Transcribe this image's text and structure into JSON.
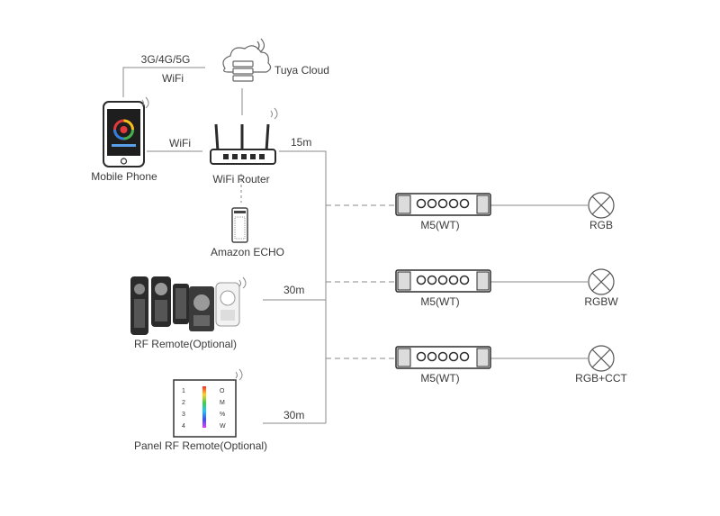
{
  "labels": {
    "cellular": "3G/4G/5G",
    "wifi_cloud": "WiFi",
    "cloud": "Tuya Cloud",
    "wifi_phone": "WiFi",
    "distance_router": "15m",
    "phone": "Mobile Phone",
    "router": "WiFi Router",
    "echo": "Amazon ECHO",
    "distance_rf": "30m",
    "rf_remote": "RF Remote(Optional)",
    "distance_panel": "30m",
    "panel_remote": "Panel RF Remote(Optional)"
  },
  "controllers": [
    {
      "model": "M5(WT)",
      "output": "RGB"
    },
    {
      "model": "M5(WT)",
      "output": "RGBW"
    },
    {
      "model": "M5(WT)",
      "output": "RGB+CCT"
    }
  ],
  "panel_buttons": [
    {
      "left": "1",
      "right": "O"
    },
    {
      "left": "2",
      "right": "M"
    },
    {
      "left": "3",
      "right": "%"
    },
    {
      "left": "4",
      "right": "W"
    }
  ],
  "colors": {
    "line": "#8a8a8a",
    "device_dark": "#2b2b2b",
    "device_mid": "#555555"
  }
}
